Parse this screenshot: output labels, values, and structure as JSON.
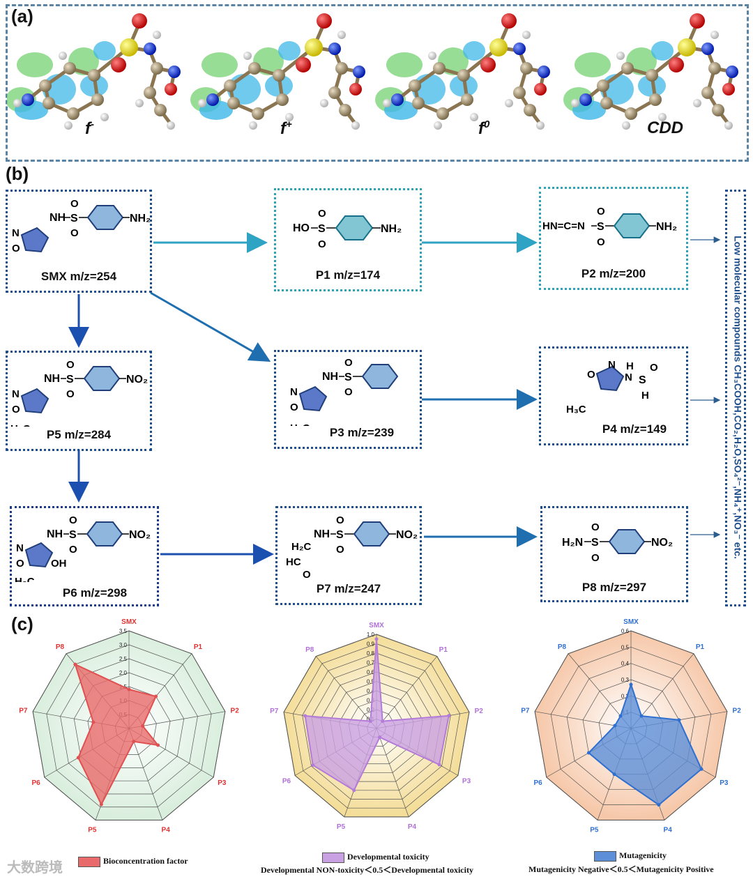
{
  "panel_labels": {
    "a": "(a)",
    "b": "(b)",
    "c": "(c)"
  },
  "panel_a": {
    "labels": [
      {
        "base": "f",
        "sup": "-"
      },
      {
        "base": "f",
        "sup": "+"
      },
      {
        "base": "f",
        "sup": "0"
      },
      {
        "base": "CDD",
        "sup": ""
      }
    ]
  },
  "panel_b": {
    "compounds": {
      "smx": {
        "label": "SMX m/z=254"
      },
      "p1": {
        "label": "P1 m/z=174"
      },
      "p2": {
        "label": "P2 m/z=200"
      },
      "p3": {
        "label": "P3 m/z=239"
      },
      "p4": {
        "label": "P4 m/z=149"
      },
      "p5": {
        "label": "P5 m/z=284"
      },
      "p6": {
        "label": "P6 m/z=298"
      },
      "p7": {
        "label": "P7 m/z=247"
      },
      "p8": {
        "label": "P8 m/z=297"
      }
    },
    "side_label": "Low molecular compounds CH₃COOH,CO₂,H₂O,SO₄²⁻,NH₄⁺,NO₃⁻ etc.",
    "structure_text": {
      "nh": "NH",
      "s": "S",
      "o": "O",
      "n": "N",
      "h": "H",
      "oh": "OH",
      "ho": "HO",
      "nh2": "NH₂",
      "no2": "NO₂",
      "h3c": "H₃C",
      "h2n": "H₂N",
      "h2c": "H₂C",
      "hc": "HC",
      "carbodiimide": "HN=C=N"
    }
  },
  "chart_data": [
    {
      "type": "radar",
      "axes": [
        "SMX",
        "P1",
        "P2",
        "P3",
        "P4",
        "P5",
        "P6",
        "P7",
        "P8"
      ],
      "series": [
        {
          "name": "Bioconcentration factor",
          "values": [
            1.4,
            1.5,
            0.5,
            1.2,
            0.5,
            2.9,
            2.1,
            1.3,
            3.0
          ]
        }
      ],
      "ticks": [
        "0.5",
        "1.0",
        "1.5",
        "2.0",
        "2.5",
        "3.0",
        "3.5"
      ],
      "range": [
        0,
        3.5
      ],
      "color": "#e05050",
      "fill": "#e86a6a",
      "background": "#d9eedd"
    },
    {
      "type": "radar",
      "axes": [
        "SMX",
        "P1",
        "P2",
        "P3",
        "P4",
        "P5",
        "P6",
        "P7",
        "P8"
      ],
      "series": [
        {
          "name": "Developmental toxicity",
          "values": [
            0.95,
            0.1,
            0.78,
            0.77,
            0.1,
            0.7,
            0.78,
            0.77,
            0.1
          ]
        }
      ],
      "ticks": [
        "0.1",
        "0.2",
        "0.3",
        "0.4",
        "0.5",
        "0.6",
        "0.7",
        "0.8",
        "0.9",
        "1.0"
      ],
      "range": [
        0,
        1.0
      ],
      "color": "#b57bd9",
      "fill": "#c9a0e2",
      "background": "#f4dd98",
      "threshold_note": "Developmental NON-toxicity＜0.5＜Developmental toxicity"
    },
    {
      "type": "radar",
      "axes": [
        "SMX",
        "P1",
        "P2",
        "P3",
        "P4",
        "P5",
        "P6",
        "P7",
        "P8"
      ],
      "series": [
        {
          "name": "Mutagenicity",
          "values": [
            0.27,
            0.1,
            0.3,
            0.5,
            0.5,
            0.3,
            0.3,
            0.1,
            0.1
          ]
        }
      ],
      "ticks": [
        "0.1",
        "0.2",
        "0.3",
        "0.4",
        "0.5",
        "0.6"
      ],
      "range": [
        0,
        0.6
      ],
      "color": "#2f6fd0",
      "fill": "#5d8ed8",
      "background": "#f6c7a8",
      "threshold_note": "Mutagenicity Negative＜0.5＜Mutagenicity Positive"
    }
  ],
  "watermark": "大数跨境"
}
